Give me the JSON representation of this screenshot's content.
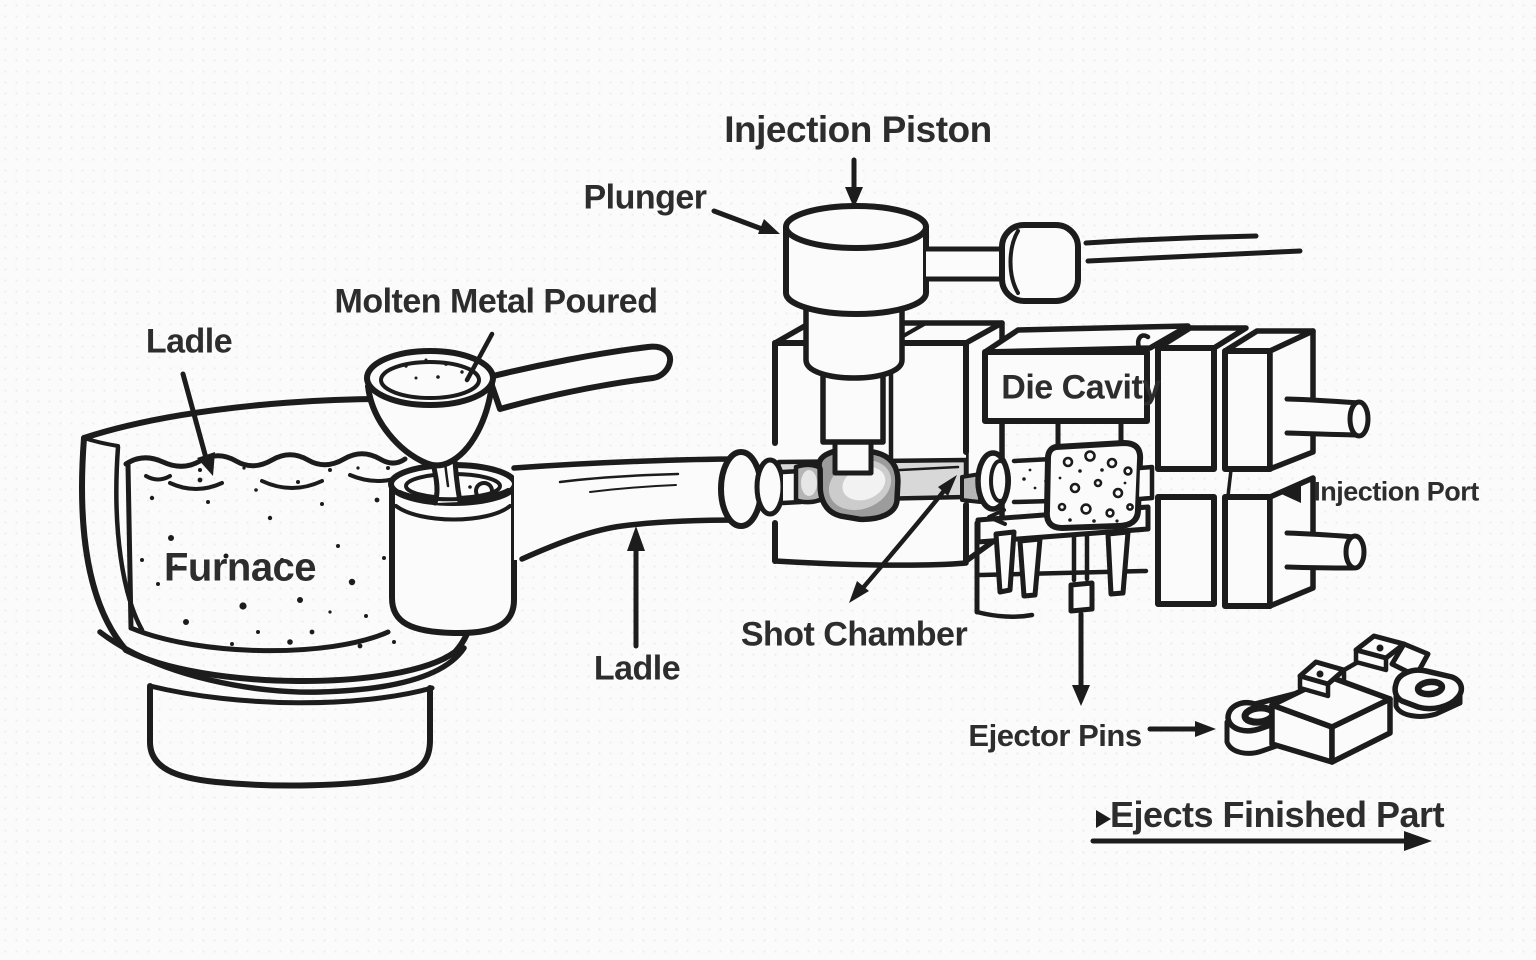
{
  "diagram": {
    "labels": {
      "ladle_top": "Ladle",
      "molten_metal_poured": "Molten Metal Poured",
      "plunger": "Plunger",
      "injection_piston": "Injection Piston",
      "die_cavity": "Die Cavity",
      "injection_port": "Injection Port",
      "furnace": "Furnace",
      "shot_chamber": "Shot Chamber",
      "ladle_bottom": "Ladle",
      "ejector_pins": "Ejector Pins",
      "ejects_finished_part": "Ejects Finished Part"
    },
    "colors": {
      "ink": "#1c1c1c",
      "text": "#2d2d2d",
      "background": "#fbfbfb",
      "paper_dot": "#ededed",
      "chamber_gray": "#d8d8d8",
      "plunger_tip_gray": "#9c9c9c",
      "nozzle_gray": "#b5b5b5",
      "highlight_gray": "#f2f2f2"
    }
  }
}
